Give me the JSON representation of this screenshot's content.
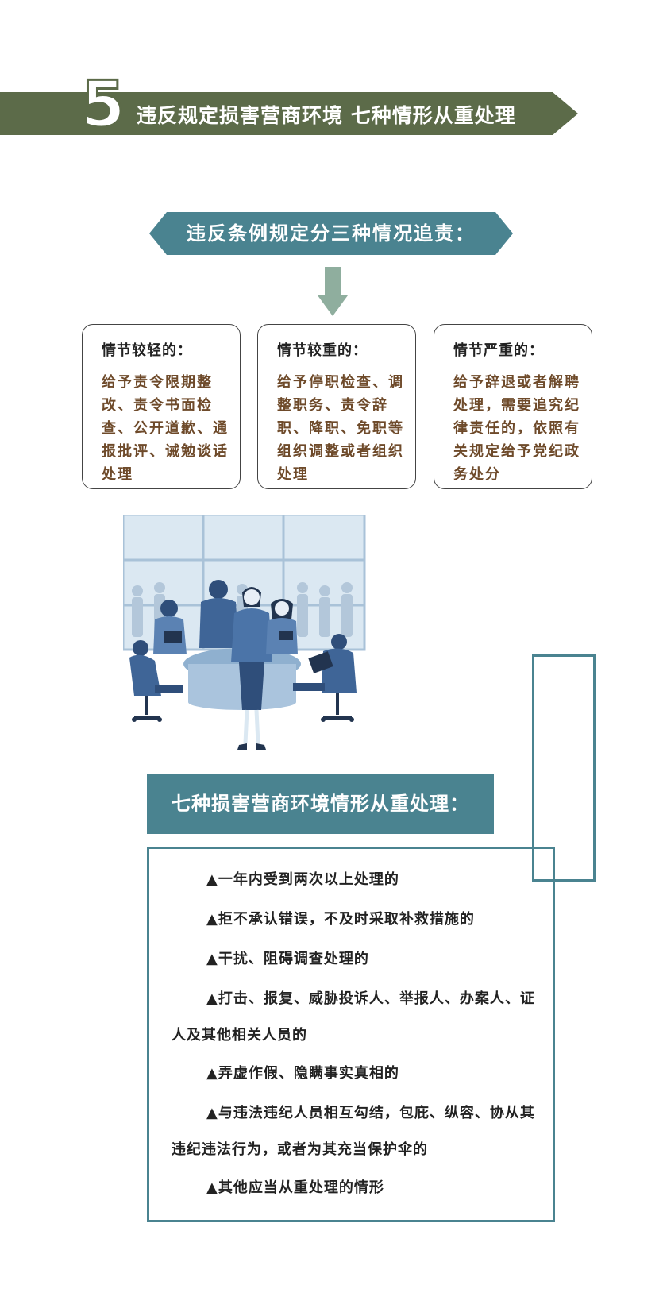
{
  "header": {
    "number": "5",
    "title": "违反规定损害营商环境  七种情形从重处理"
  },
  "intro": {
    "text": "违反条例规定分三种情况追责："
  },
  "cards": [
    {
      "title": "情节较轻的：",
      "body": "给予责令限期整改、责令书面检查、公开道歉、通报批评、诫勉谈话处理"
    },
    {
      "title": "情节较重的：",
      "body": "给予停职检查、调整职务、责令辞职、降职、免职等组织调整或者组织处理"
    },
    {
      "title": "情节严重的：",
      "body": "给予辞退或者解聘处理，需要追究纪律责任的，依照有关规定给予党纪政务处分"
    }
  ],
  "seven": {
    "title": "七种损害营商环境情形从重处理：",
    "items": [
      "▲一年内受到两次以上处理的",
      "▲拒不承认错误，不及时采取补救措施的",
      "▲干扰、阻碍调查处理的",
      "▲打击、报复、威胁投诉人、举报人、办案人、证人及其他相关人员的",
      "▲弄虚作假、隐瞒事实真相的",
      "▲与违法违纪人员相互勾结，包庇、纵容、协从其违纪违法行为，或者为其充当保护伞的",
      "▲其他应当从重处理的情形"
    ]
  },
  "colors": {
    "olive": "#5c6b49",
    "teal": "#4a8390",
    "sage": "#8fae9e",
    "brown_text": "#6e4a2a"
  },
  "icons": {
    "arrow": "down-arrow-icon",
    "illustration": "meeting-illustration"
  }
}
